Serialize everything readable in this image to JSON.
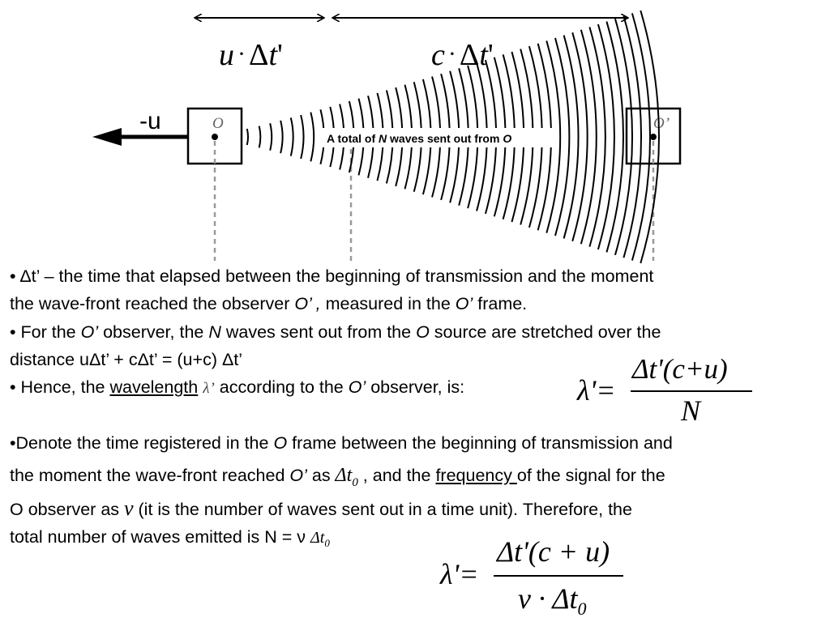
{
  "diagram": {
    "label_u": "u",
    "label_dot": "·",
    "label_delta": "Δ",
    "label_t": "t",
    "label_prime": "'",
    "label_c": "c",
    "label_neg_u": "-u",
    "label_O": "O",
    "label_O_prime": "O’",
    "caption_pre": "A total of ",
    "caption_N": "N",
    "caption_post": " waves sent out from ",
    "caption_O": "O"
  },
  "bullets": {
    "b1_l1": "•  Δt’ –  the time that elapsed between the beginning of transmission and the moment",
    "b1_l2_a": "the wave-front  reached the observer ",
    "b1_l2_O": "O’ ,",
    "b1_l2_b": " measured in the ",
    "b1_l2_O2": "O’",
    "b1_l2_c": "  frame.",
    "b2_l1_a": "•  For the ",
    "b2_l1_O": "O’",
    "b2_l1_b": " observer,  the ",
    "b2_l1_N": "N",
    "b2_l1_c": " waves sent out from the ",
    "b2_l1_O2": "O",
    "b2_l1_d": " source are stretched over the",
    "b2_l2": "distance uΔt’ + cΔt’  = (u+c) Δt’",
    "b3_a": "• Hence, the ",
    "b3_wl": "wavelength",
    "b3_lambda": "λ’",
    "b3_b": " according to the ",
    "b3_O": "O’",
    "b3_c": " observer, is:",
    "b4_l1_a": "•Denote the time registered in the ",
    "b4_l1_O": "O",
    "b4_l1_b": " frame between the beginning of transmission and",
    "b4_l2_a": "the moment the wave-front reached ",
    "b4_l2_O": "O’",
    "b4_l2_b": " as ",
    "b4_l2_dt": "Δt",
    "b4_l2_sub": "0",
    "b4_l2_c": " ,  and the ",
    "b4_l2_freq": "frequency ",
    "b4_l2_d": "of the signal for the",
    "b4_l3_a": "O observer as ",
    "b4_l3_nu": "ν",
    "b4_l3_b": " (it is the number of waves sent out in  a time unit).  Therefore, the",
    "b4_l4_a": "total number of waves emitted is N = ν ",
    "b4_l4_dt": "Δt",
    "b4_l4_sub": "0"
  },
  "formula1": {
    "lhs": "λ'=",
    "numerator": "Δt'(c+u)",
    "denominator": "N"
  },
  "formula2": {
    "lhs": "λ'=",
    "numerator": "Δt'(c + u)",
    "denominator": "ν · Δt",
    "denominator_sub": "0"
  }
}
